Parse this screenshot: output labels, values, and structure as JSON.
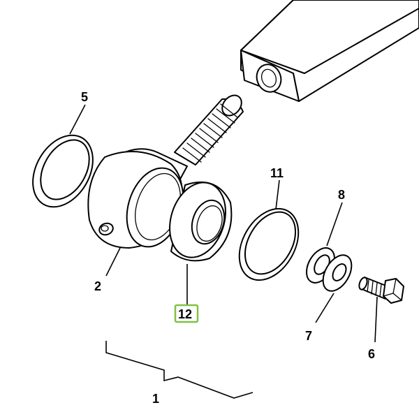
{
  "diagram": {
    "highlight_color": "#7fc241",
    "callouts": {
      "c1": "1",
      "c2": "2",
      "c5": "5",
      "c6": "6",
      "c7": "7",
      "c8": "8",
      "c11": "11",
      "c12": "12"
    }
  }
}
